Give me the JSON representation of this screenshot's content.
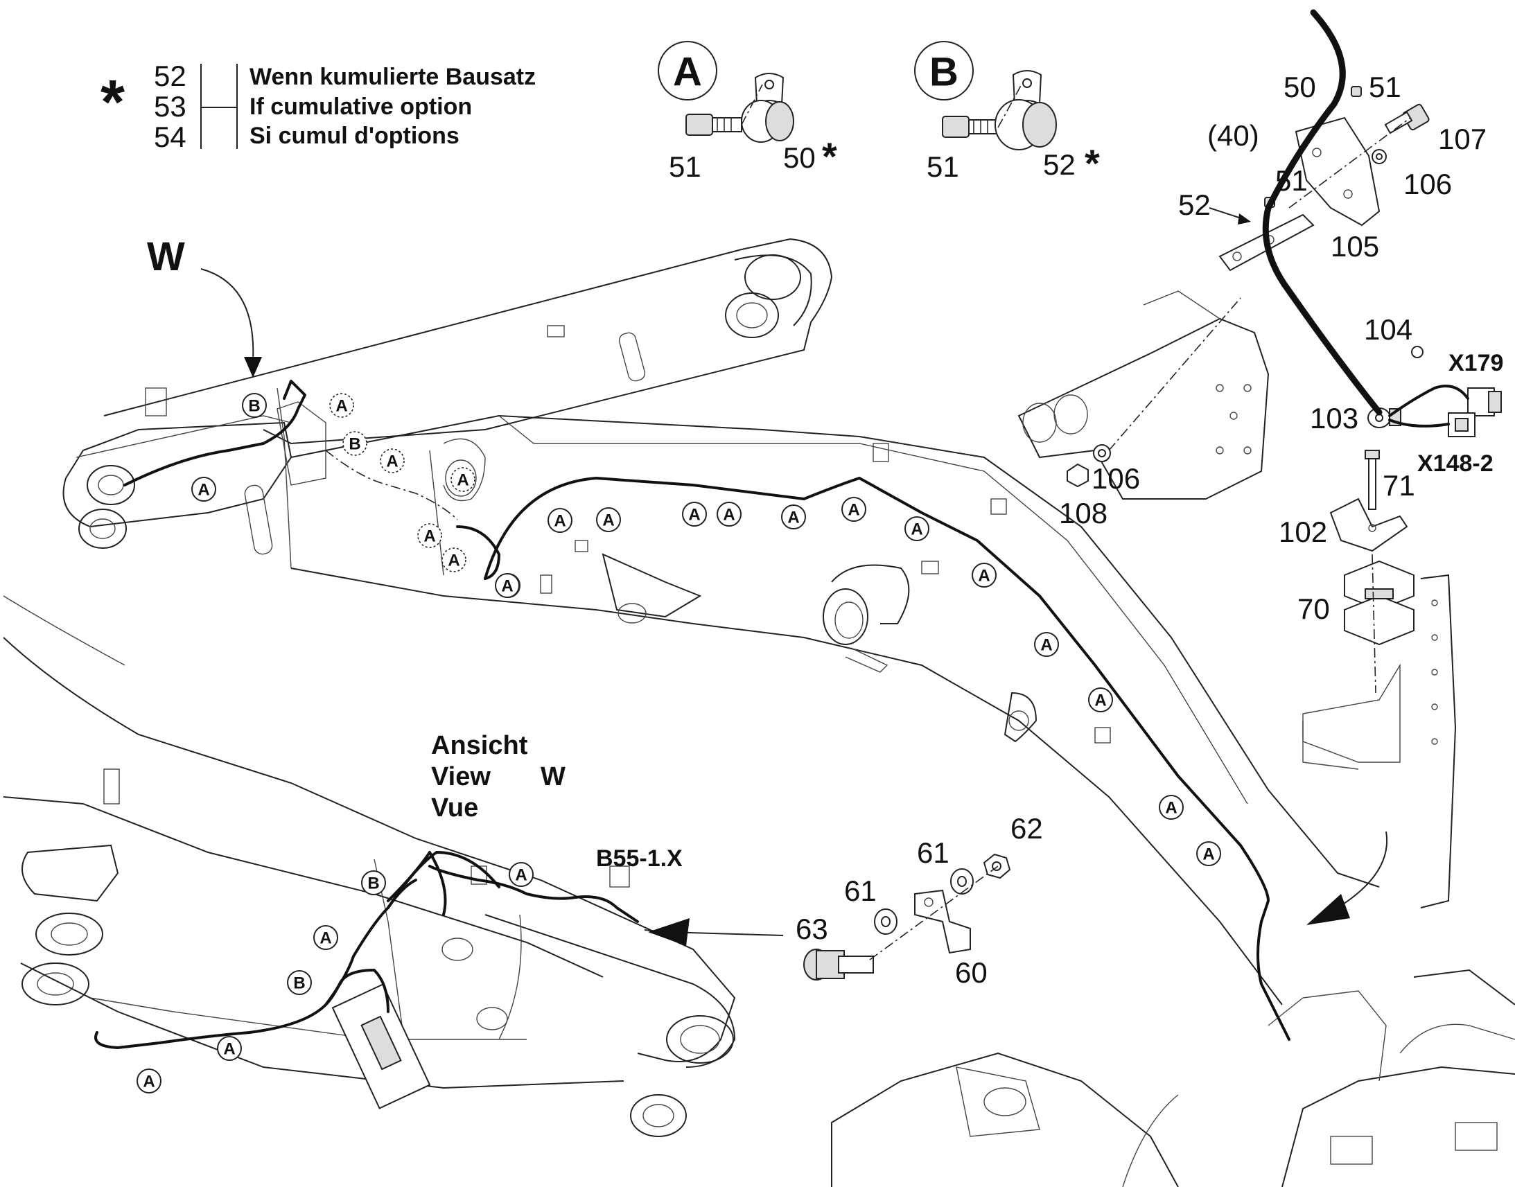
{
  "legend": {
    "asterisk": "*",
    "items": [
      "52",
      "53",
      "54"
    ],
    "lines": [
      "Wenn kumulierte Bausatz",
      "If cumulative option",
      "Si cumul d'options"
    ]
  },
  "detail_a": {
    "letter": "A",
    "parts": [
      "51",
      "50"
    ],
    "mark": "*"
  },
  "detail_b": {
    "letter": "B",
    "parts": [
      "51",
      "52"
    ],
    "mark": "*"
  },
  "view_marker": "W",
  "view_label": {
    "lines": [
      "Ansicht",
      "View",
      "Vue"
    ],
    "letter": "W"
  },
  "connectors": {
    "b55": "B55-1.X",
    "x179": "X179",
    "x148": "X148-2"
  },
  "right_parts": {
    "p50": "50",
    "p51a": "51",
    "p40": "(40)",
    "p107": "107",
    "p106a": "106",
    "p51b": "51",
    "p52": "52",
    "p105": "105",
    "p104": "104",
    "p103": "103",
    "p106b": "106",
    "p108": "108",
    "p71": "71",
    "p102": "102",
    "p70": "70"
  },
  "bottom_parts": {
    "p62": "62",
    "p61a": "61",
    "p61b": "61",
    "p63": "63",
    "p60": "60"
  },
  "callouts": {
    "a": "A",
    "b": "B"
  }
}
